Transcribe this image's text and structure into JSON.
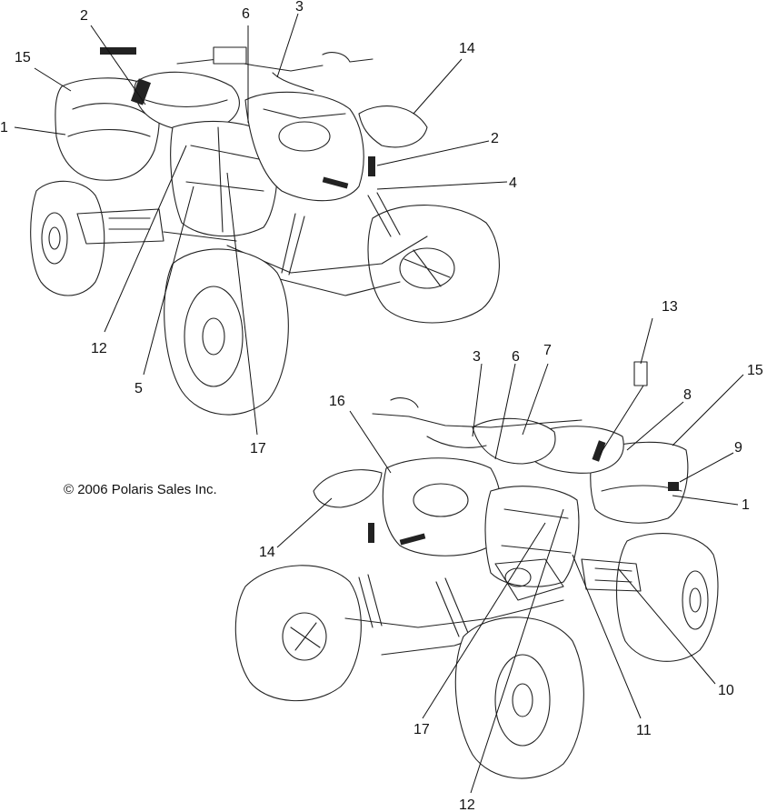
{
  "copyright": "© 2006 Polaris Sales Inc.",
  "callouts_top": [
    "15",
    "2",
    "6",
    "3",
    "14",
    "1",
    "2",
    "4",
    "12",
    "5",
    "17"
  ],
  "callouts_bottom": [
    "13",
    "3",
    "6",
    "7",
    "15",
    "8",
    "16",
    "9",
    "1",
    "14",
    "10",
    "17",
    "11",
    "12"
  ]
}
